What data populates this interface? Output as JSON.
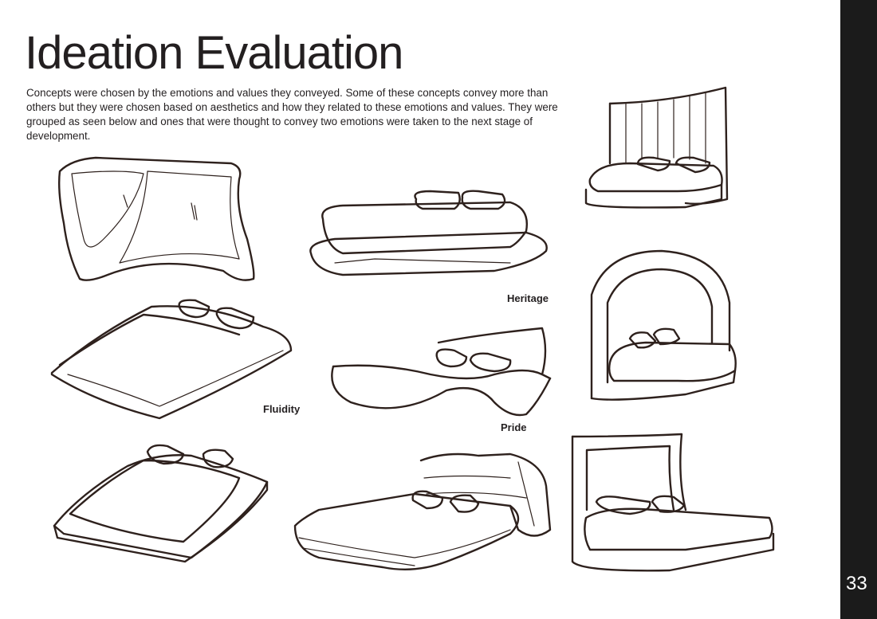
{
  "page": {
    "title": "Ideation Evaluation",
    "intro": "Concepts were chosen by the emotions and values they conveyed. Some of these concepts convey more than others but they were chosen based on aesthetics and how they related to these emotions and values. They were grouped as seen below and ones that were thought to convey two emotions were taken to the next stage of development.",
    "labels": {
      "heritage": "Heritage",
      "fluidity": "Fluidity",
      "pride": "Pride"
    },
    "page_number": "33"
  },
  "colors": {
    "sidebar": "#1b1b1b",
    "sketch_line": "#2e211d"
  }
}
